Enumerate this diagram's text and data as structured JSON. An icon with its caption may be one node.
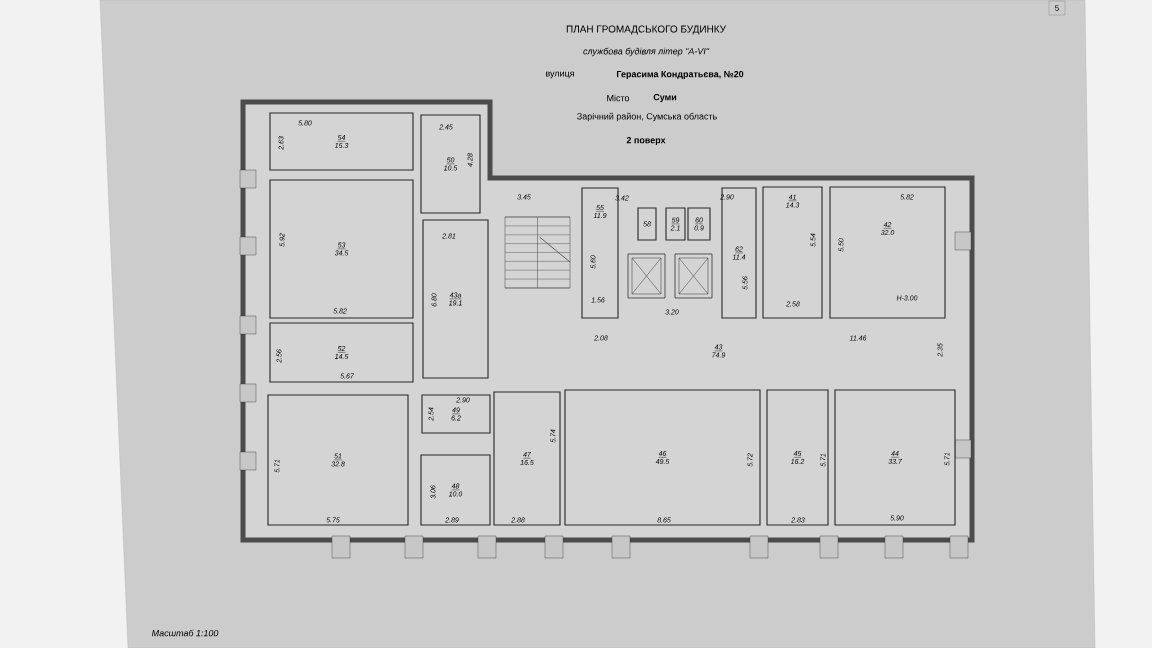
{
  "diagram": {
    "title": "ПЛАН ГРОМАДСЬКОГО БУДИНКУ",
    "nodes": [
      {
        "text": [
          "54",
          "15.3"
        ]
      },
      {
        "text": [
          "50",
          "10.5"
        ]
      },
      {
        "text": [
          "55",
          "11.9"
        ]
      },
      {
        "text": [
          "58"
        ]
      },
      {
        "text": [
          "59",
          "2.1"
        ]
      },
      {
        "text": [
          "60",
          "0.9"
        ]
      },
      {
        "text": [
          "62",
          "11.4"
        ]
      },
      {
        "text": [
          "41",
          "14.3"
        ]
      },
      {
        "text": [
          "42",
          "32.0"
        ]
      },
      {
        "text": [
          "53",
          "34.5"
        ]
      },
      {
        "text": [
          "43a",
          "19.1"
        ]
      },
      {
        "text": [
          "52",
          "14.5"
        ]
      },
      {
        "text": [
          "43",
          "74.9"
        ]
      },
      {
        "text": [
          "51",
          "32.8"
        ]
      },
      {
        "text": [
          "49",
          "6.2"
        ]
      },
      {
        "text": [
          "47",
          "16.5"
        ]
      },
      {
        "text": [
          "46",
          "49.5"
        ]
      },
      {
        "text": [
          "45",
          "16.2"
        ]
      },
      {
        "text": [
          "44",
          "33.7"
        ]
      },
      {
        "text": [
          "48",
          "10.0"
        ]
      }
    ],
    "labels": [
      "5",
      "службова будівля літер \"A-VI\"",
      "вулиця",
      "Герасима Кондратьєва, №20",
      "Місто",
      "Суми",
      "Зарічний район, Сумська область",
      "2 поверх",
      "5.80",
      "2.45",
      "2.63",
      "4.28",
      "3.45",
      "3.42",
      "2.90",
      "5.82",
      "5.92",
      "2.81",
      "5.54",
      "5.50",
      "5.60",
      "5.56",
      "1.56",
      "5.82",
      "3.20",
      "2.58",
      "Н-3.00",
      "6.80",
      "2.08",
      "11.46",
      "2.35",
      "2.56",
      "5.67",
      "2.90",
      "2.54",
      "5.74",
      "5.72",
      "5.71",
      "5.71",
      "5.71",
      "3.06",
      "5.75",
      "2.89",
      "2.88",
      "8.65",
      "2.83",
      "5.90",
      "Масштаб 1:100"
    ]
  }
}
